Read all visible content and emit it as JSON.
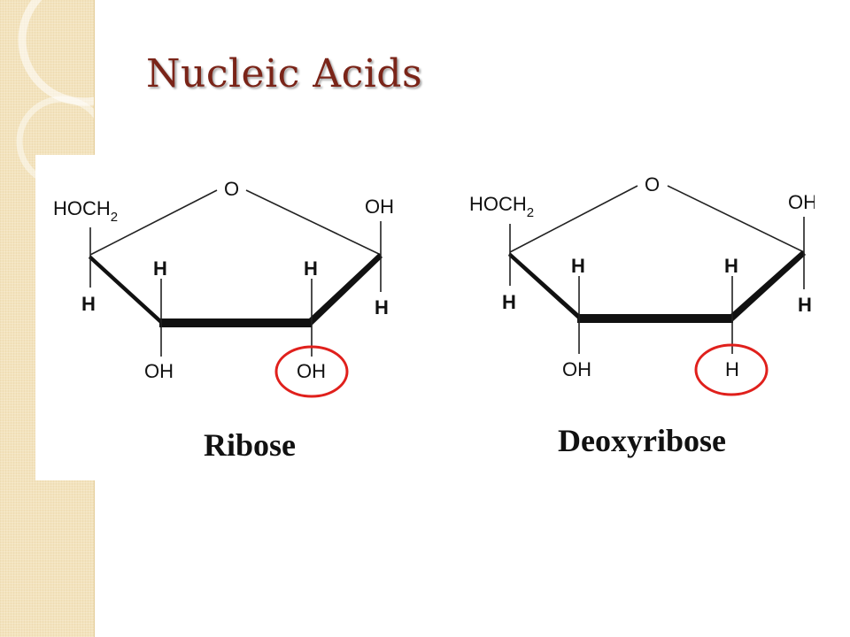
{
  "slide": {
    "title": "Nucleic Acids"
  },
  "molecules": [
    {
      "name": "Ribose",
      "labels": {
        "hoch2": "HOCH",
        "subscript": "2",
        "ring_oxygen": "O",
        "c1_top": "OH",
        "c1_bottom": "H",
        "c4_bottom": "H",
        "c3_top": "H",
        "c2_top": "H",
        "c3_bottom": "OH",
        "c2_bottom": "OH"
      },
      "highlight": "c2_bottom"
    },
    {
      "name": "Deoxyribose",
      "labels": {
        "hoch2": "HOCH",
        "subscript": "2",
        "ring_oxygen": "O",
        "c1_top": "OH",
        "c1_bottom": "H",
        "c4_bottom": "H",
        "c3_top": "H",
        "c2_top": "H",
        "c3_bottom": "OH",
        "c2_bottom": "H"
      },
      "highlight": "c2_bottom"
    }
  ],
  "colors": {
    "title": "#7a2418",
    "highlight_circle": "#e0201c",
    "side_strip": "#f3e3bd"
  }
}
